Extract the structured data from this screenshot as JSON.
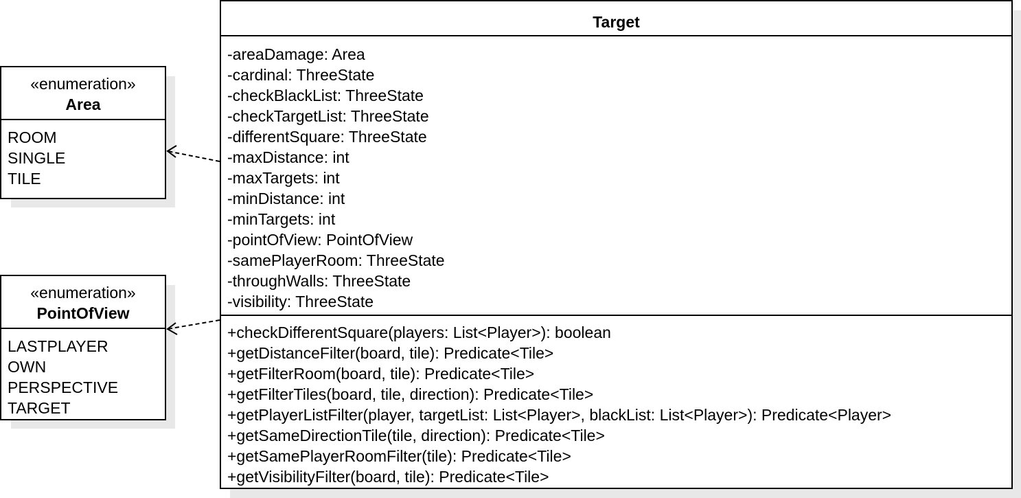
{
  "classes": {
    "area": {
      "stereotype": "«enumeration»",
      "name": "Area",
      "literals": [
        "ROOM",
        "SINGLE",
        "TILE"
      ]
    },
    "point_of_view": {
      "stereotype": "«enumeration»",
      "name": "PointOfView",
      "literals": [
        "LASTPLAYER",
        "OWN",
        "PERSPECTIVE",
        "TARGET"
      ]
    },
    "target": {
      "name": "Target",
      "attributes": [
        "-areaDamage: Area",
        "-cardinal: ThreeState",
        "-checkBlackList: ThreeState",
        "-checkTargetList: ThreeState",
        "-differentSquare: ThreeState",
        "-maxDistance: int",
        "-maxTargets: int",
        "-minDistance: int",
        "-minTargets: int",
        "-pointOfView: PointOfView",
        "-samePlayerRoom: ThreeState",
        "-throughWalls: ThreeState",
        "-visibility: ThreeState"
      ],
      "methods": [
        "+checkDifferentSquare(players: List<Player>): boolean",
        "+getDistanceFilter(board, tile): Predicate<Tile>",
        "+getFilterRoom(board, tile): Predicate<Tile>",
        "+getFilterTiles(board, tile, direction): Predicate<Tile>",
        "+getPlayerListFilter(player, targetList: List<Player>, blackList: List<Player>): Predicate<Player>",
        "+getSameDirectionTile(tile, direction): Predicate<Tile>",
        "+getSamePlayerRoomFilter(tile): Predicate<Tile>",
        "+getVisibilityFilter(board, tile): Predicate<Tile>"
      ]
    }
  },
  "relations": [
    {
      "from": "Target",
      "to": "Area",
      "kind": "dependency"
    },
    {
      "from": "Target",
      "to": "PointOfView",
      "kind": "dependency"
    }
  ],
  "colors": {
    "border": "#000000",
    "background": "#ffffff",
    "shadow": "#e8e8e8"
  }
}
